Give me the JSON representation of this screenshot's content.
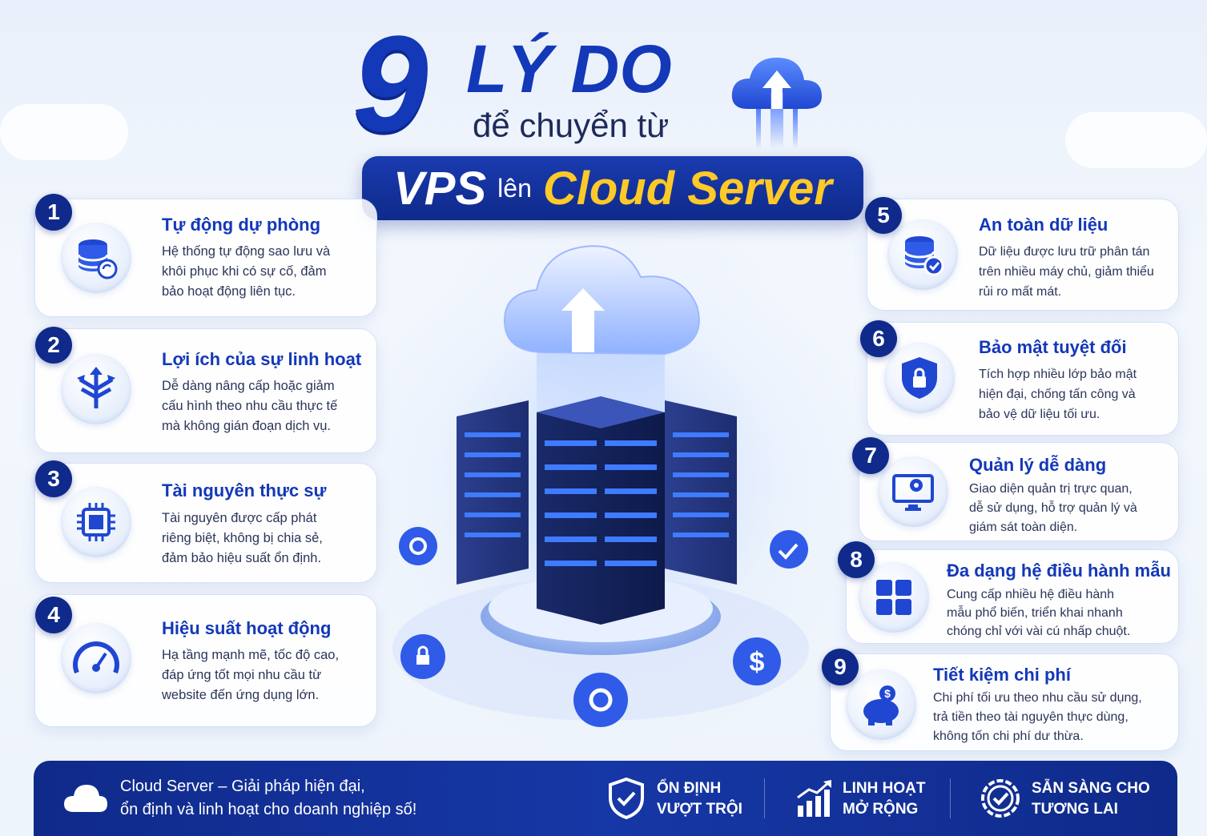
{
  "header": {
    "number": "9",
    "title": "LÝ DO",
    "subtitle": "để chuyển từ",
    "from": "VPS",
    "connector": "lên",
    "to": "Cloud Server"
  },
  "colors": {
    "primary": "#1338b8",
    "navy": "#0f2a8a",
    "accent": "#ffc928"
  },
  "reasons": [
    {
      "num": "1",
      "icon": "database-refresh-icon",
      "title": "Tự động dự phòng",
      "lines": [
        "Hệ thống tự động sao lưu và",
        "khôi phục khi có sự cố, đảm",
        "bảo hoạt động liên tục."
      ]
    },
    {
      "num": "2",
      "icon": "arrows-split-icon",
      "title": "Lợi ích của sự linh hoạt",
      "lines": [
        "Dễ dàng nâng cấp hoặc giảm",
        "cấu hình theo nhu cầu thực tế",
        "mà không gián đoạn dịch vụ."
      ]
    },
    {
      "num": "3",
      "icon": "cpu-chip-icon",
      "title": "Tài nguyên thực sự",
      "lines": [
        "Tài nguyên được cấp phát",
        "riêng biệt, không bị chia sẻ,",
        "đảm bảo hiệu suất ổn định."
      ]
    },
    {
      "num": "4",
      "icon": "speedometer-icon",
      "title": "Hiệu suất hoạt động",
      "lines": [
        "Hạ tầng mạnh mẽ, tốc độ cao,",
        "đáp ứng tốt mọi nhu cầu từ",
        "website đến ứng dụng lớn."
      ]
    },
    {
      "num": "5",
      "icon": "database-check-icon",
      "title": "An toàn dữ liệu",
      "lines": [
        "Dữ liệu được lưu trữ phân tán",
        "trên nhiều máy chủ, giảm thiểu",
        "rủi ro mất mát."
      ]
    },
    {
      "num": "6",
      "icon": "shield-lock-icon",
      "title": "Bảo mật tuyệt đối",
      "lines": [
        "Tích hợp nhiều lớp bảo mật",
        "hiện đại, chống tấn công và",
        "bảo vệ dữ liệu tối ưu."
      ]
    },
    {
      "num": "7",
      "icon": "monitor-gear-icon",
      "title": "Quản lý dễ dàng",
      "lines": [
        "Giao diện quản trị trực quan,",
        "dễ sử dụng, hỗ trợ quản lý và",
        "giám sát toàn diện."
      ]
    },
    {
      "num": "8",
      "icon": "grid-apps-icon",
      "title": "Đa dạng hệ điều hành mẫu",
      "lines": [
        "Cung cấp nhiều hệ điều hành",
        "mẫu phổ biến, triển khai nhanh",
        "chóng chỉ với vài cú nhấp chuột."
      ]
    },
    {
      "num": "9",
      "icon": "piggy-bank-icon",
      "title": "Tiết kiệm chi phí",
      "lines": [
        "Chi phí tối ưu theo nhu cầu sử dụng,",
        "trả tiền theo tài nguyên thực dùng,",
        "không tốn chi phí dư thừa."
      ]
    }
  ],
  "footer": {
    "tagline_1": "Cloud Server – Giải pháp hiện đại,",
    "tagline_2": "ổn định và linh hoạt cho doanh nghiệp số!",
    "features": [
      {
        "icon": "shield-check-icon",
        "line1": "ỔN ĐỊNH",
        "line2": "VƯỢT TRỘI"
      },
      {
        "icon": "growth-chart-icon",
        "line1": "LINH HOẠT",
        "line2": "MỞ RỘNG"
      },
      {
        "icon": "badge-check-icon",
        "line1": "SẴN SÀNG CHO",
        "line2": "TƯƠNG LAI"
      }
    ]
  }
}
